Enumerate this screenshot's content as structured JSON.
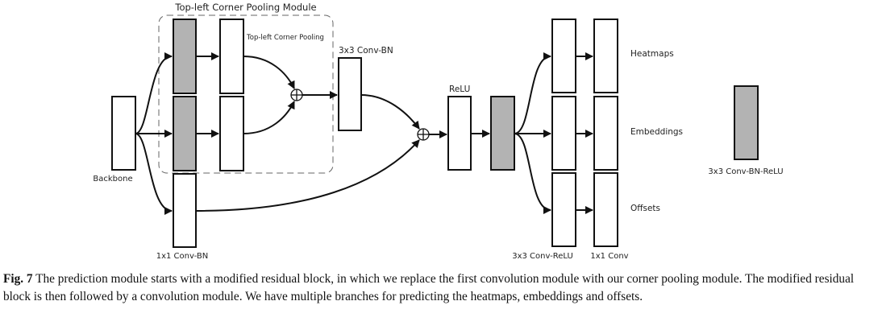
{
  "figure": {
    "module_title": "Top-left Corner Pooling Module",
    "pooling_label": "Top-left Corner Pooling",
    "labels": {
      "backbone": "Backbone",
      "conv1x1_bn": "1x1 Conv-BN",
      "conv3x3_bn": "3x3 Conv-BN",
      "relu": "ReLU",
      "conv3x3_relu": "3x3 Conv-ReLU",
      "conv1x1": "1x1 Conv",
      "heatmaps": "Heatmaps",
      "embeddings": "Embeddings",
      "offsets": "Offsets",
      "legend": "3x3 Conv-BN-ReLU"
    },
    "colors": {
      "gray_block": "#b3b3b3",
      "white_block": "#ffffff",
      "stroke": "#111111",
      "dash": "#666666"
    }
  },
  "caption": {
    "label": "Fig. 7",
    "text": " The prediction module starts with a modified residual block, in which we replace the first convolution module with our corner pooling module. The modified residual block is then followed by a convolution module. We have multiple branches for predicting the heatmaps, embeddings and offsets."
  }
}
